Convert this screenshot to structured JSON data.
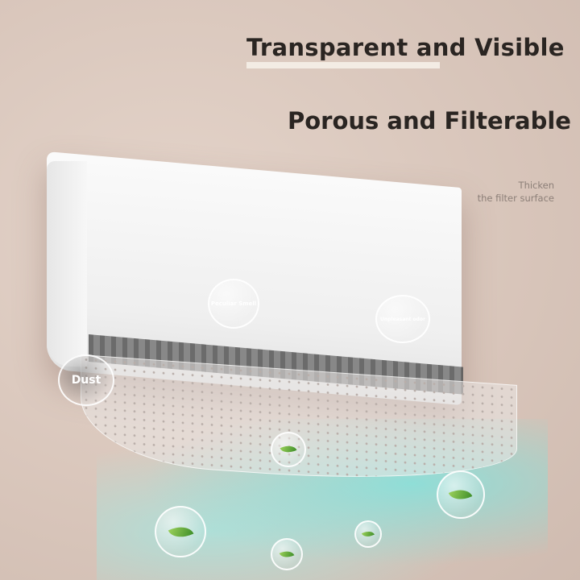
{
  "headline_1": "Transparent and Visible",
  "headline_2": "Porous and Filterable",
  "note": {
    "line1": "Thicken",
    "line2": "the filter surface"
  },
  "bubbles": {
    "dust": "Dust",
    "smell": "Peculiar Smell",
    "odor": "Unpleasant odor"
  },
  "colors": {
    "background": "#dcc9be",
    "heading": "#2a2522",
    "airflow": "#78e6e1",
    "leaf": "#5fae3a"
  },
  "icons": [
    "leaf-icon"
  ]
}
